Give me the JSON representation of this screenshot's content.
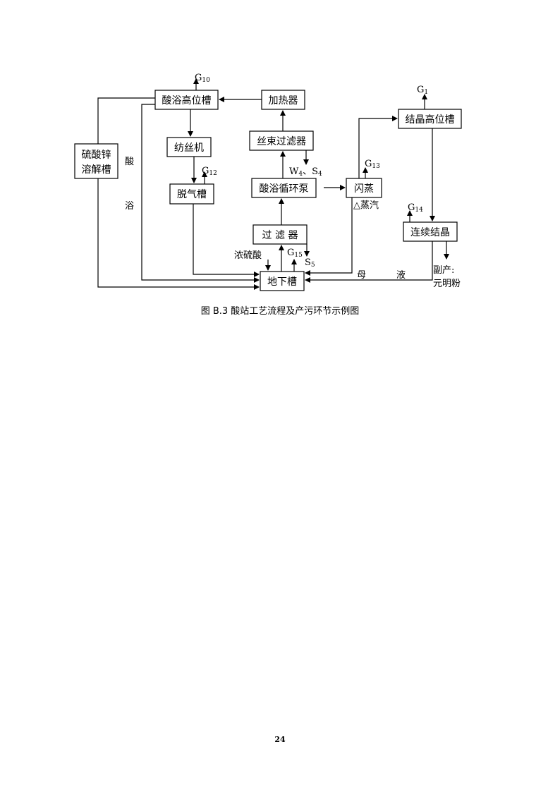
{
  "figure": {
    "caption": "图 B.3   酸站工艺流程及产污环节示例图",
    "page_number": "24"
  },
  "boxes": {
    "acid_head_tank": "酸浴高位槽",
    "heater": "加热器",
    "spinning_machine": "纺丝机",
    "degassing_tank": "脱气槽",
    "tow_filter": "丝束过滤器",
    "circulation_pump": "酸浴循环泵",
    "flash": "闪蒸",
    "filter": "过 滤 器",
    "underground_tank": "地下槽",
    "zinc_dissolve_line1": "硫酸锌",
    "zinc_dissolve_line2": "溶解槽",
    "crystal_head_tank": "结晶高位槽",
    "continuous_crystal": "连续结晶"
  },
  "labels": {
    "g10": {
      "base": "G",
      "sub": "10"
    },
    "g12": {
      "base": "G",
      "sub": "12"
    },
    "g13": {
      "base": "G",
      "sub": "13"
    },
    "g1": {
      "base": "G",
      "sub": "1"
    },
    "g14": {
      "base": "G",
      "sub": "14"
    },
    "g15": {
      "base": "G",
      "sub": "15"
    },
    "w4_s4": {
      "w": "W",
      "w_sub": "4",
      "sep": "、",
      "s": "S",
      "s_sub": "4"
    },
    "s5": {
      "base": "S",
      "sub": "5"
    },
    "acid_bath_char1": "酸",
    "acid_bath_char2": "浴",
    "conc_sulfuric": "浓硫酸",
    "steam": "△蒸汽",
    "mother_char1": "母",
    "mother_char2": "液",
    "byproduct_line1": "副产:",
    "byproduct_line2": "元明粉"
  }
}
